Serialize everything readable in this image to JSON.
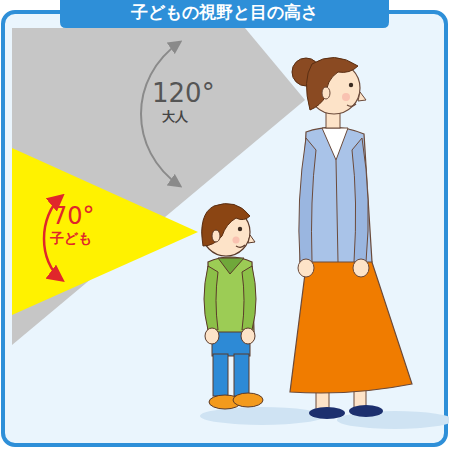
{
  "diagram": {
    "title": "子どもの視野と目の高さ",
    "nodes": [
      {
        "text": [
          "120°",
          "大人"
        ]
      },
      {
        "text": [
          "70°",
          "子ども"
        ]
      }
    ]
  }
}
